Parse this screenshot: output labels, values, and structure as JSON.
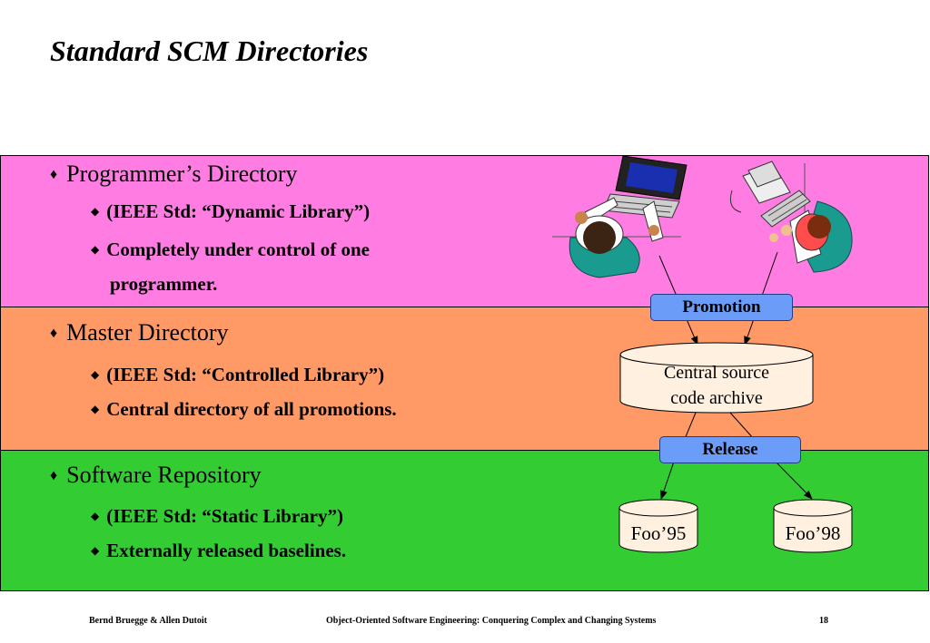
{
  "slide": {
    "title": "Standard SCM Directories"
  },
  "sections": [
    {
      "heading": "Programmer’s Directory",
      "items": [
        "(IEEE Std: “Dynamic Library”)",
        "Completely under control of one",
        "programmer."
      ]
    },
    {
      "heading": "Master Directory",
      "items": [
        "(IEEE Std: “Controlled Library”)",
        "Central directory of all promotions."
      ]
    },
    {
      "heading": "Software Repository",
      "items": [
        "(IEEE Std: “Static Library”)",
        "Externally released baselines."
      ]
    }
  ],
  "diagram": {
    "promotion_label": "Promotion",
    "archive_line1": "Central source",
    "archive_line2": "code archive",
    "release_label": "Release",
    "release1": "Foo’95",
    "release2": "Foo’98"
  },
  "footer": {
    "authors": "Bernd Bruegge & Allen Dutoit",
    "book": "Object-Oriented Software Engineering: Conquering Complex and Changing Systems",
    "page": "18"
  },
  "colors": {
    "programmer_band": "#ff7de3",
    "master_band": "#ff9966",
    "repository_band": "#33cc33",
    "button_fill": "#6b9cf7",
    "archive_fill": "#fff0e0"
  }
}
